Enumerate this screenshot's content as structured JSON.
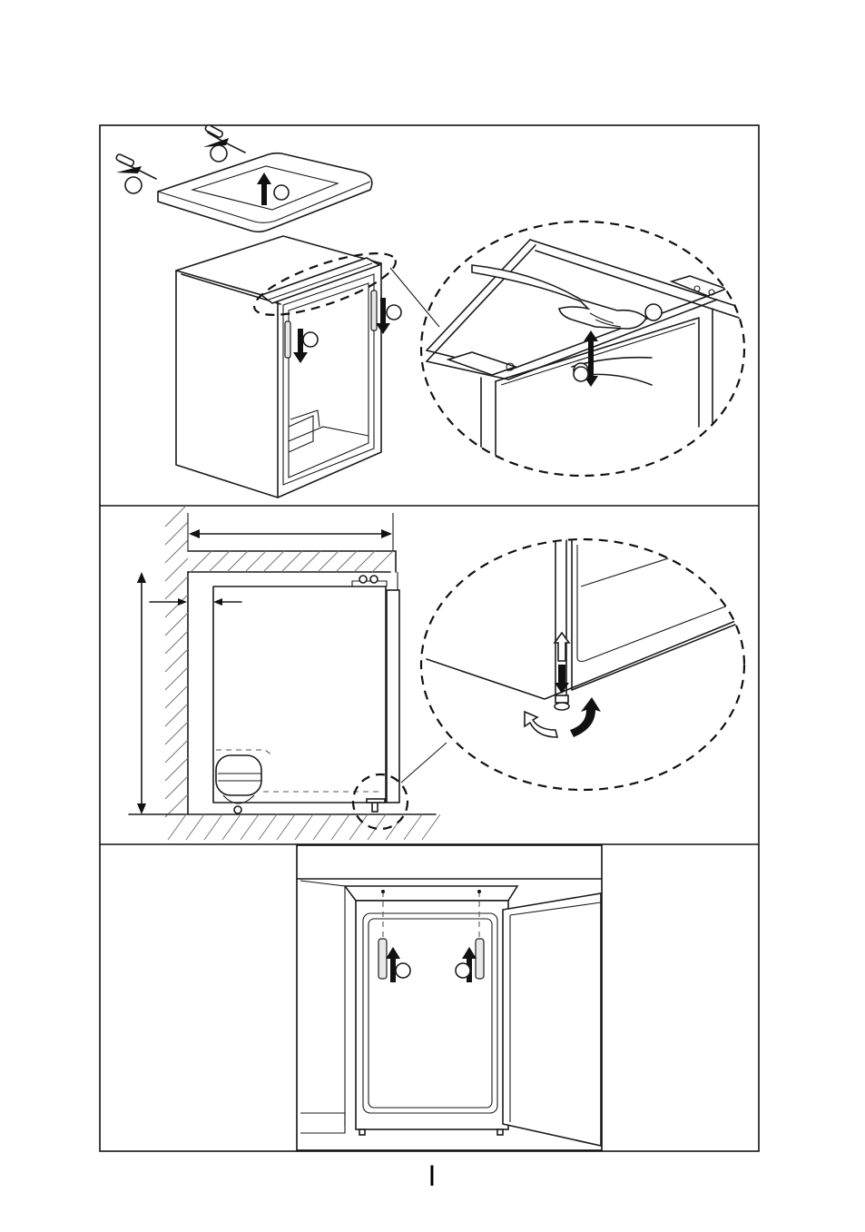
{
  "figure": {
    "panels": [
      {
        "id": "door-top-hinge-removal"
      },
      {
        "id": "installation-dimensions-and-foot-adjustment"
      },
      {
        "id": "built-in-door-fixing"
      }
    ],
    "page_mark": "I"
  }
}
